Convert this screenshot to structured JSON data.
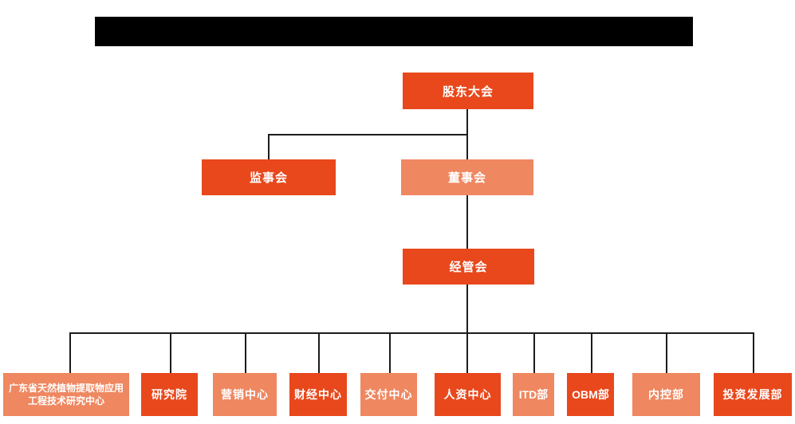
{
  "colors": {
    "primary": "#e8481c",
    "secondary": "#ef8760",
    "connector": "#1c1c1c",
    "redaction": "#000000",
    "node_text": "#ffffff",
    "background": "#ffffff"
  },
  "header": {
    "redacted_title_text": ""
  },
  "org_chart": {
    "type": "org-tree",
    "shareholders_meeting": {
      "label": "股东大会",
      "variant": "primary"
    },
    "supervisory_board": {
      "label": "监事会",
      "variant": "primary"
    },
    "board_of_directors": {
      "label": "董事会",
      "variant": "secondary"
    },
    "management_committee": {
      "label": "经管会",
      "variant": "primary"
    },
    "departments": [
      {
        "label": "广东省天然植物提取物应用工程技术研究中心",
        "variant": "secondary"
      },
      {
        "label": "研究院",
        "variant": "primary"
      },
      {
        "label": "营销中心",
        "variant": "secondary"
      },
      {
        "label": "财经中心",
        "variant": "primary"
      },
      {
        "label": "交付中心",
        "variant": "secondary"
      },
      {
        "label": "人资中心",
        "variant": "primary"
      },
      {
        "label": "ITD部",
        "variant": "secondary"
      },
      {
        "label": "OBM部",
        "variant": "primary"
      },
      {
        "label": "内控部",
        "variant": "secondary"
      },
      {
        "label": "投资发展部",
        "variant": "primary"
      }
    ],
    "edges": [
      "股东大会 → 监事会",
      "股东大会 → 董事会",
      "董事会 → 经管会",
      "经管会 → 广东省天然植物提取物应用工程技术研究中心",
      "经管会 → 研究院",
      "经管会 → 营销中心",
      "经管会 → 财经中心",
      "经管会 → 交付中心",
      "经管会 → 人资中心",
      "经管会 → ITD部",
      "经管会 → OBM部",
      "经管会 → 内控部",
      "经管会 → 投资发展部"
    ]
  }
}
